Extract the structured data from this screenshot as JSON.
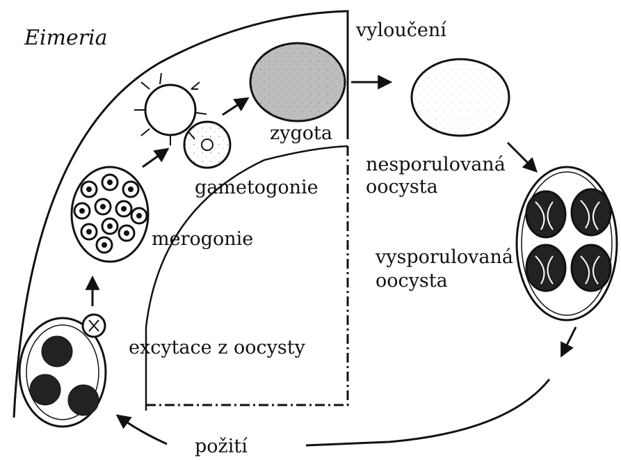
{
  "title": "Eimeria",
  "labels": {
    "release": "vyloučení",
    "zygote": "zygota",
    "unsporulated_1": "nesporulovaná",
    "unsporulated_2": "oocysta",
    "gametogony": "gametogonie",
    "merogony": "merogonie",
    "sporulated_1": "vysporulovaná",
    "sporulated_2": "oocysta",
    "excystation": "excytace z oocysty",
    "ingestion": "požití"
  },
  "colors": {
    "ink": "#111111",
    "zygote_fill": "#bdbdbd",
    "background": "#ffffff"
  }
}
